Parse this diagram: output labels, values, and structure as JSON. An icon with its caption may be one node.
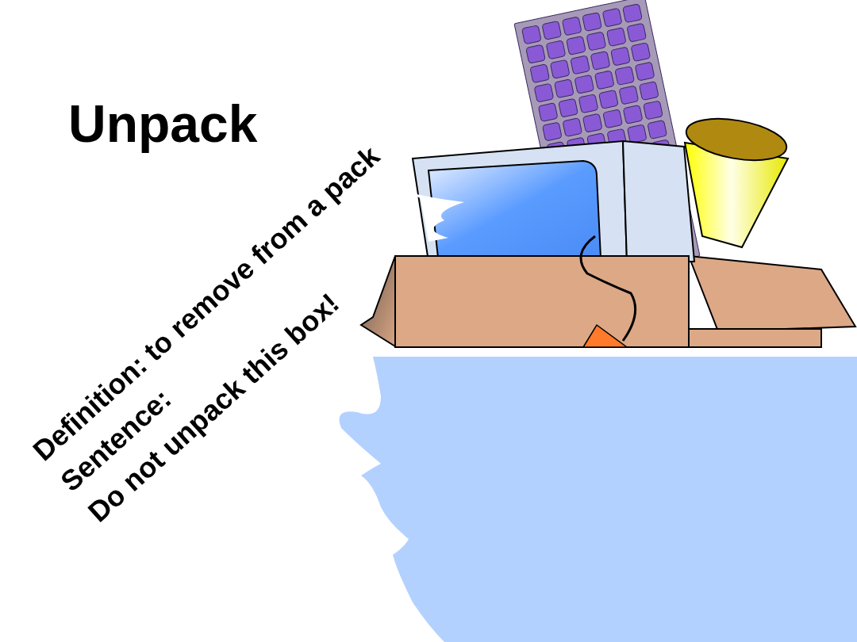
{
  "diagram": {
    "title": "Unpack",
    "labels": [
      "Definition: to remove from a pack",
      "Sentence:",
      "Do not unpack this box!"
    ]
  }
}
